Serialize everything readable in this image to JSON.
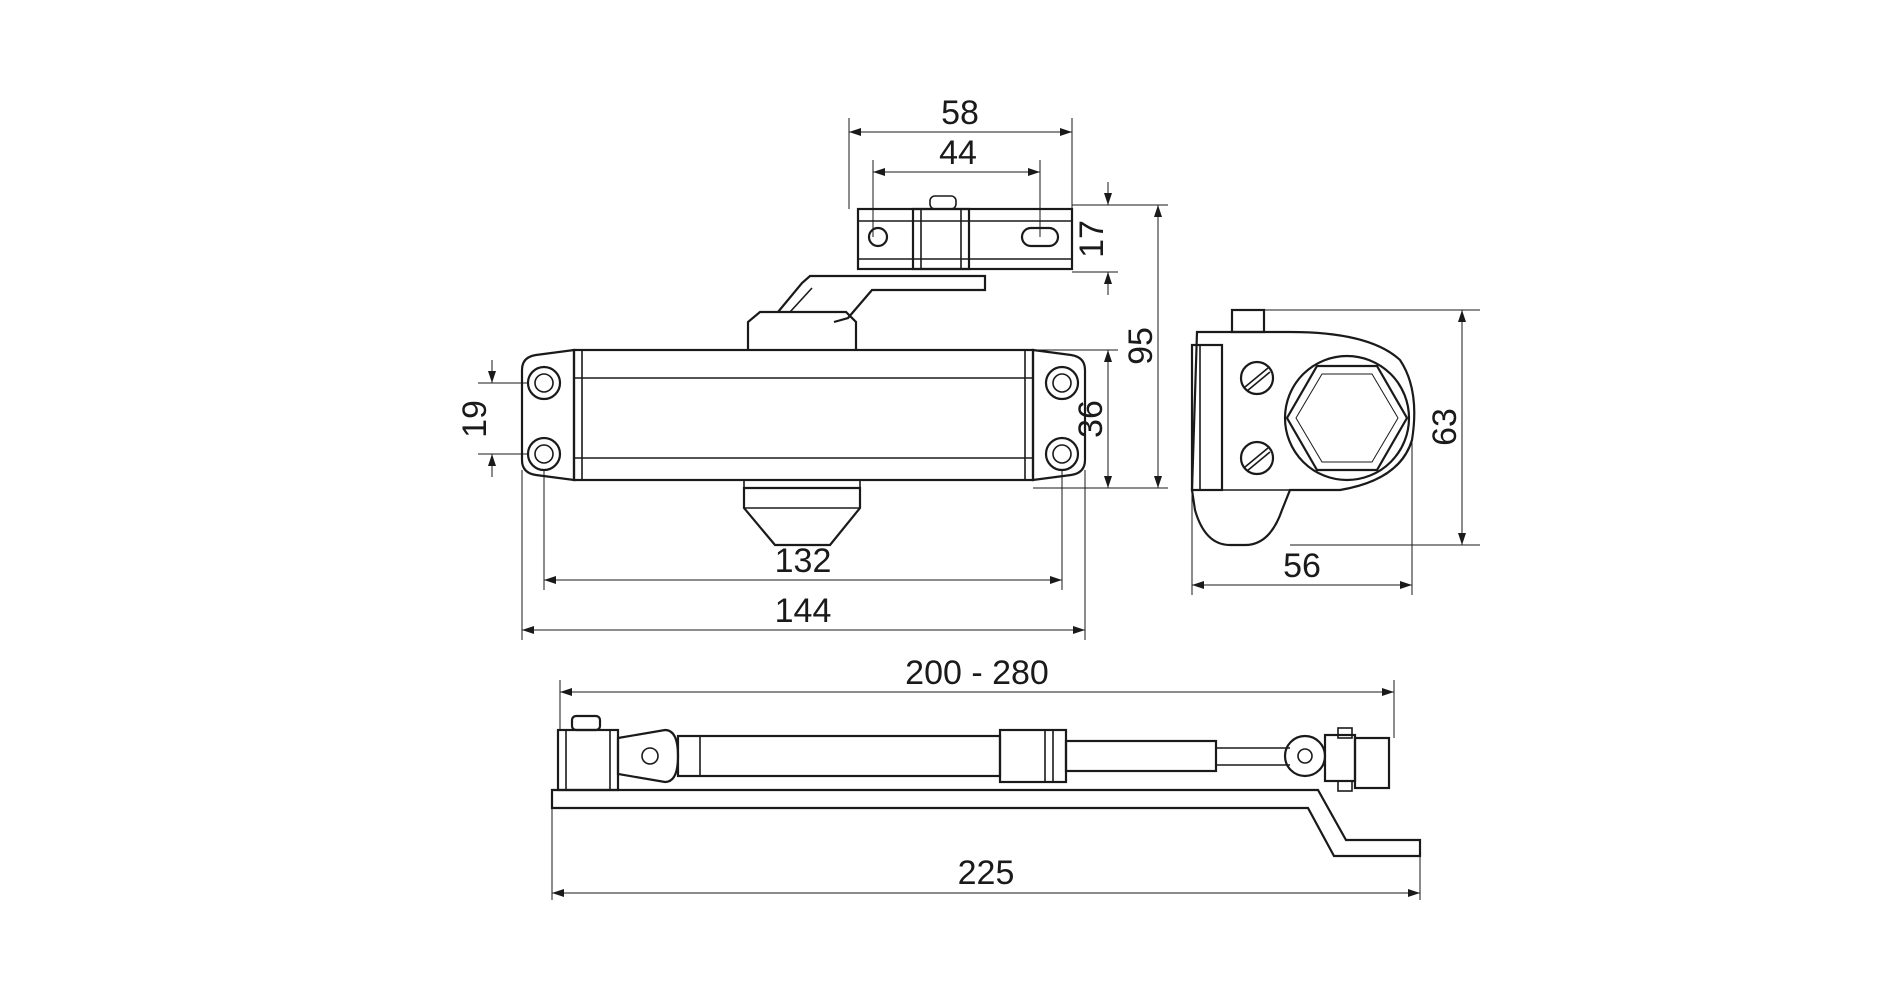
{
  "drawing": {
    "stroke_color": "#1a1a1a",
    "background": "#ffffff",
    "dimensions": {
      "arm_bracket_width": "58",
      "arm_bracket_hole_spacing": "44",
      "arm_bracket_height": "17",
      "overall_height": "95",
      "body_height": "36",
      "mount_hole_spacing": "19",
      "hole_center_spacing": "132",
      "body_length": "144",
      "side_depth": "56",
      "side_height": "63",
      "arm_reach": "200 - 280",
      "arm_length": "225"
    }
  }
}
